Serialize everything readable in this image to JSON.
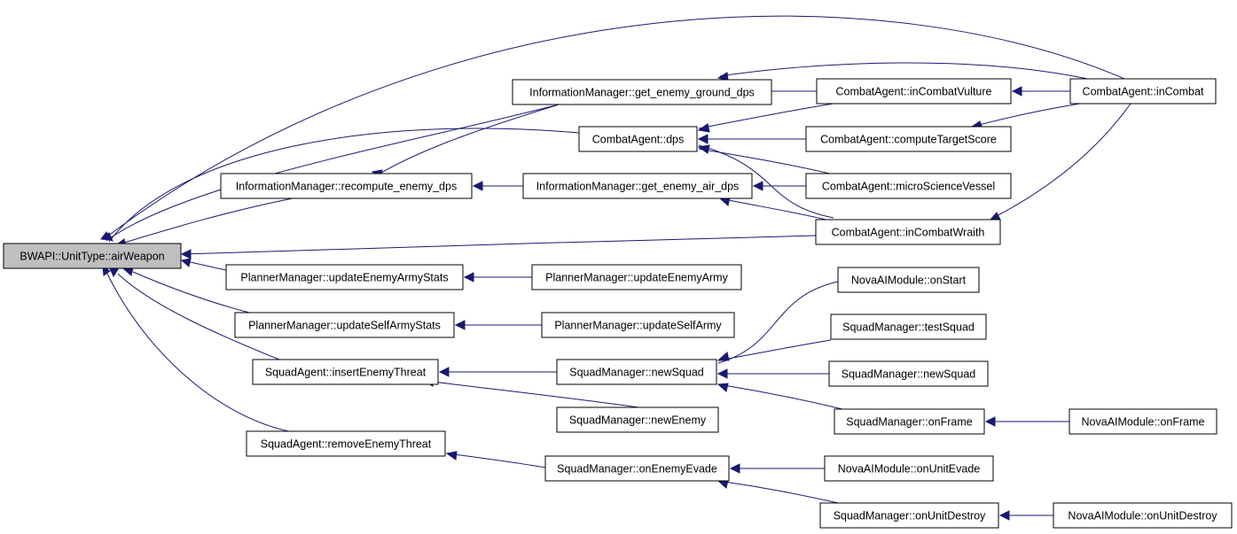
{
  "nodes": {
    "root": "BWAPI::UnitType::airWeapon",
    "im_ground": "InformationManager::get_enemy_ground_dps",
    "ca_dps": "CombatAgent::dps",
    "im_recompute": "InformationManager::recompute_enemy_dps",
    "im_air": "InformationManager::get_enemy_air_dps",
    "pm_enemy_stats": "PlannerManager::updateEnemyArmyStats",
    "pm_enemy_army": "PlannerManager::updateEnemyArmy",
    "pm_self_stats": "PlannerManager::updateSelfArmyStats",
    "pm_self_army": "PlannerManager::updateSelfArmy",
    "sa_insert": "SquadAgent::insertEnemyThreat",
    "sq_newsquad": "SquadManager::newSquad",
    "sq_newenemy": "SquadManager::newEnemy",
    "sa_remove": "SquadAgent::removeEnemyThreat",
    "sq_evade": "SquadManager::onEnemyEvade",
    "ca_vulture": "CombatAgent::inCombatVulture",
    "ca_target": "CombatAgent::computeTargetScore",
    "ca_vessel": "CombatAgent::microScienceVessel",
    "ca_wraith": "CombatAgent::inCombatWraith",
    "ca_combat": "CombatAgent::inCombat",
    "nv_start": "NovaAIModule::onStart",
    "sq_test": "SquadManager::testSquad",
    "sq_newsquad2": "SquadManager::newSquad",
    "sq_frame": "SquadManager::onFrame",
    "nv_frame": "NovaAIModule::onFrame",
    "nv_evade": "NovaAIModule::onUnitEvade",
    "sq_destroy": "SquadManager::onUnitDestroy",
    "nv_destroy": "NovaAIModule::onUnitDestroy"
  },
  "colors": {
    "edge": "#191970",
    "root_fill": "#bfbfbf",
    "node_fill": "#ffffff",
    "node_stroke": "#000000"
  }
}
